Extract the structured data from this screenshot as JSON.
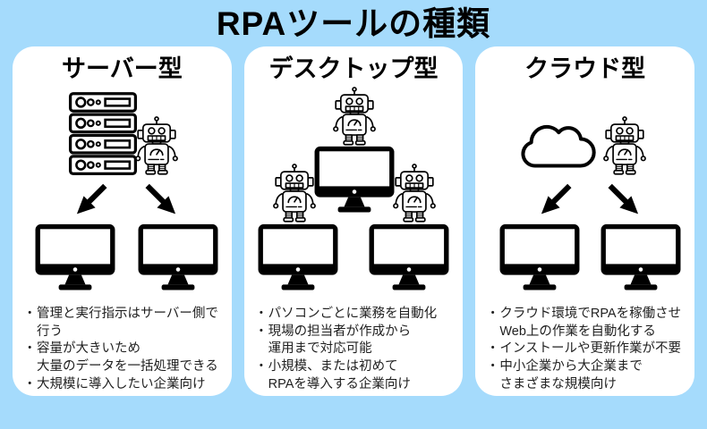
{
  "title": "RPAツールの種類",
  "bullet_marker": "・",
  "colors": {
    "background": "#A5DBFC",
    "card": "#FFFFFF",
    "ink": "#000000",
    "text": "#1F1F1F"
  },
  "icons": {
    "server-rack-icon": "stacked 4-unit server rack outline",
    "robot-icon": "outline robot with antenna, gauge body",
    "monitor-icon": "black desktop monitor with stand",
    "cloud-icon": "cloud outline",
    "arrow-down-left-icon": "thick black arrow pointing down-left",
    "arrow-down-right-icon": "thick black arrow pointing down-right"
  },
  "columns": [
    {
      "heading": "サーバー型",
      "bullets": [
        {
          "lines": [
            "管理と実行指示はサーバー側で",
            "行う"
          ]
        },
        {
          "lines": [
            "容量が大きいため",
            "大量のデータを一括処理できる"
          ]
        },
        {
          "lines": [
            "大規模に導入したい企業向け"
          ]
        }
      ]
    },
    {
      "heading": "デスクトップ型",
      "bullets": [
        {
          "lines": [
            "パソコンごとに業務を自動化"
          ]
        },
        {
          "lines": [
            "現場の担当者が作成から",
            "運用まで対応可能"
          ]
        },
        {
          "lines": [
            "小規模、または初めて",
            "RPAを導入する企業向け"
          ]
        }
      ]
    },
    {
      "heading": "クラウド型",
      "bullets": [
        {
          "lines": [
            "クラウド環境でRPAを稼働させ",
            "Web上の作業を自動化する"
          ]
        },
        {
          "lines": [
            "インストールや更新作業が不要"
          ]
        },
        {
          "lines": [
            "中小企業から大企業まで",
            "さまざまな規模向け"
          ]
        }
      ]
    }
  ]
}
